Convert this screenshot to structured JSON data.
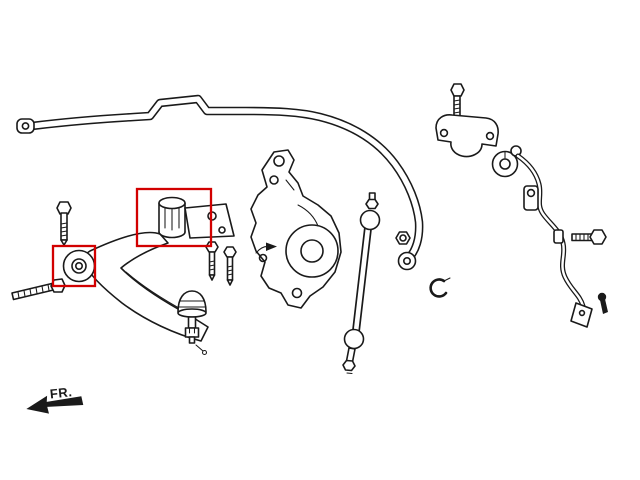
{
  "diagram": {
    "fr_label": "FR.",
    "highlight_color": "#d20000",
    "line_color": "#1a1a1a",
    "background_color": "#ffffff",
    "parts": [
      {
        "name": "stabilizer-bar"
      },
      {
        "name": "stabilizer-bracket-bolt"
      },
      {
        "name": "stabilizer-bushing-bracket"
      },
      {
        "name": "stabilizer-bushing"
      },
      {
        "name": "abs-sensor-harness"
      },
      {
        "name": "harness-bolt"
      },
      {
        "name": "push-pin"
      },
      {
        "name": "steering-knuckle"
      },
      {
        "name": "stabilizer-link"
      },
      {
        "name": "link-nut"
      },
      {
        "name": "retaining-clip"
      },
      {
        "name": "lower-control-arm"
      },
      {
        "name": "front-bushing"
      },
      {
        "name": "rear-bushing"
      },
      {
        "name": "ball-joint"
      },
      {
        "name": "pivot-bolt"
      },
      {
        "name": "front-bushing-bolt"
      },
      {
        "name": "bracket-mount-bolts"
      },
      {
        "name": "assembly-direction-arrow"
      }
    ],
    "highlights": [
      {
        "target": "rear-bushing"
      },
      {
        "target": "front-bushing"
      }
    ]
  }
}
